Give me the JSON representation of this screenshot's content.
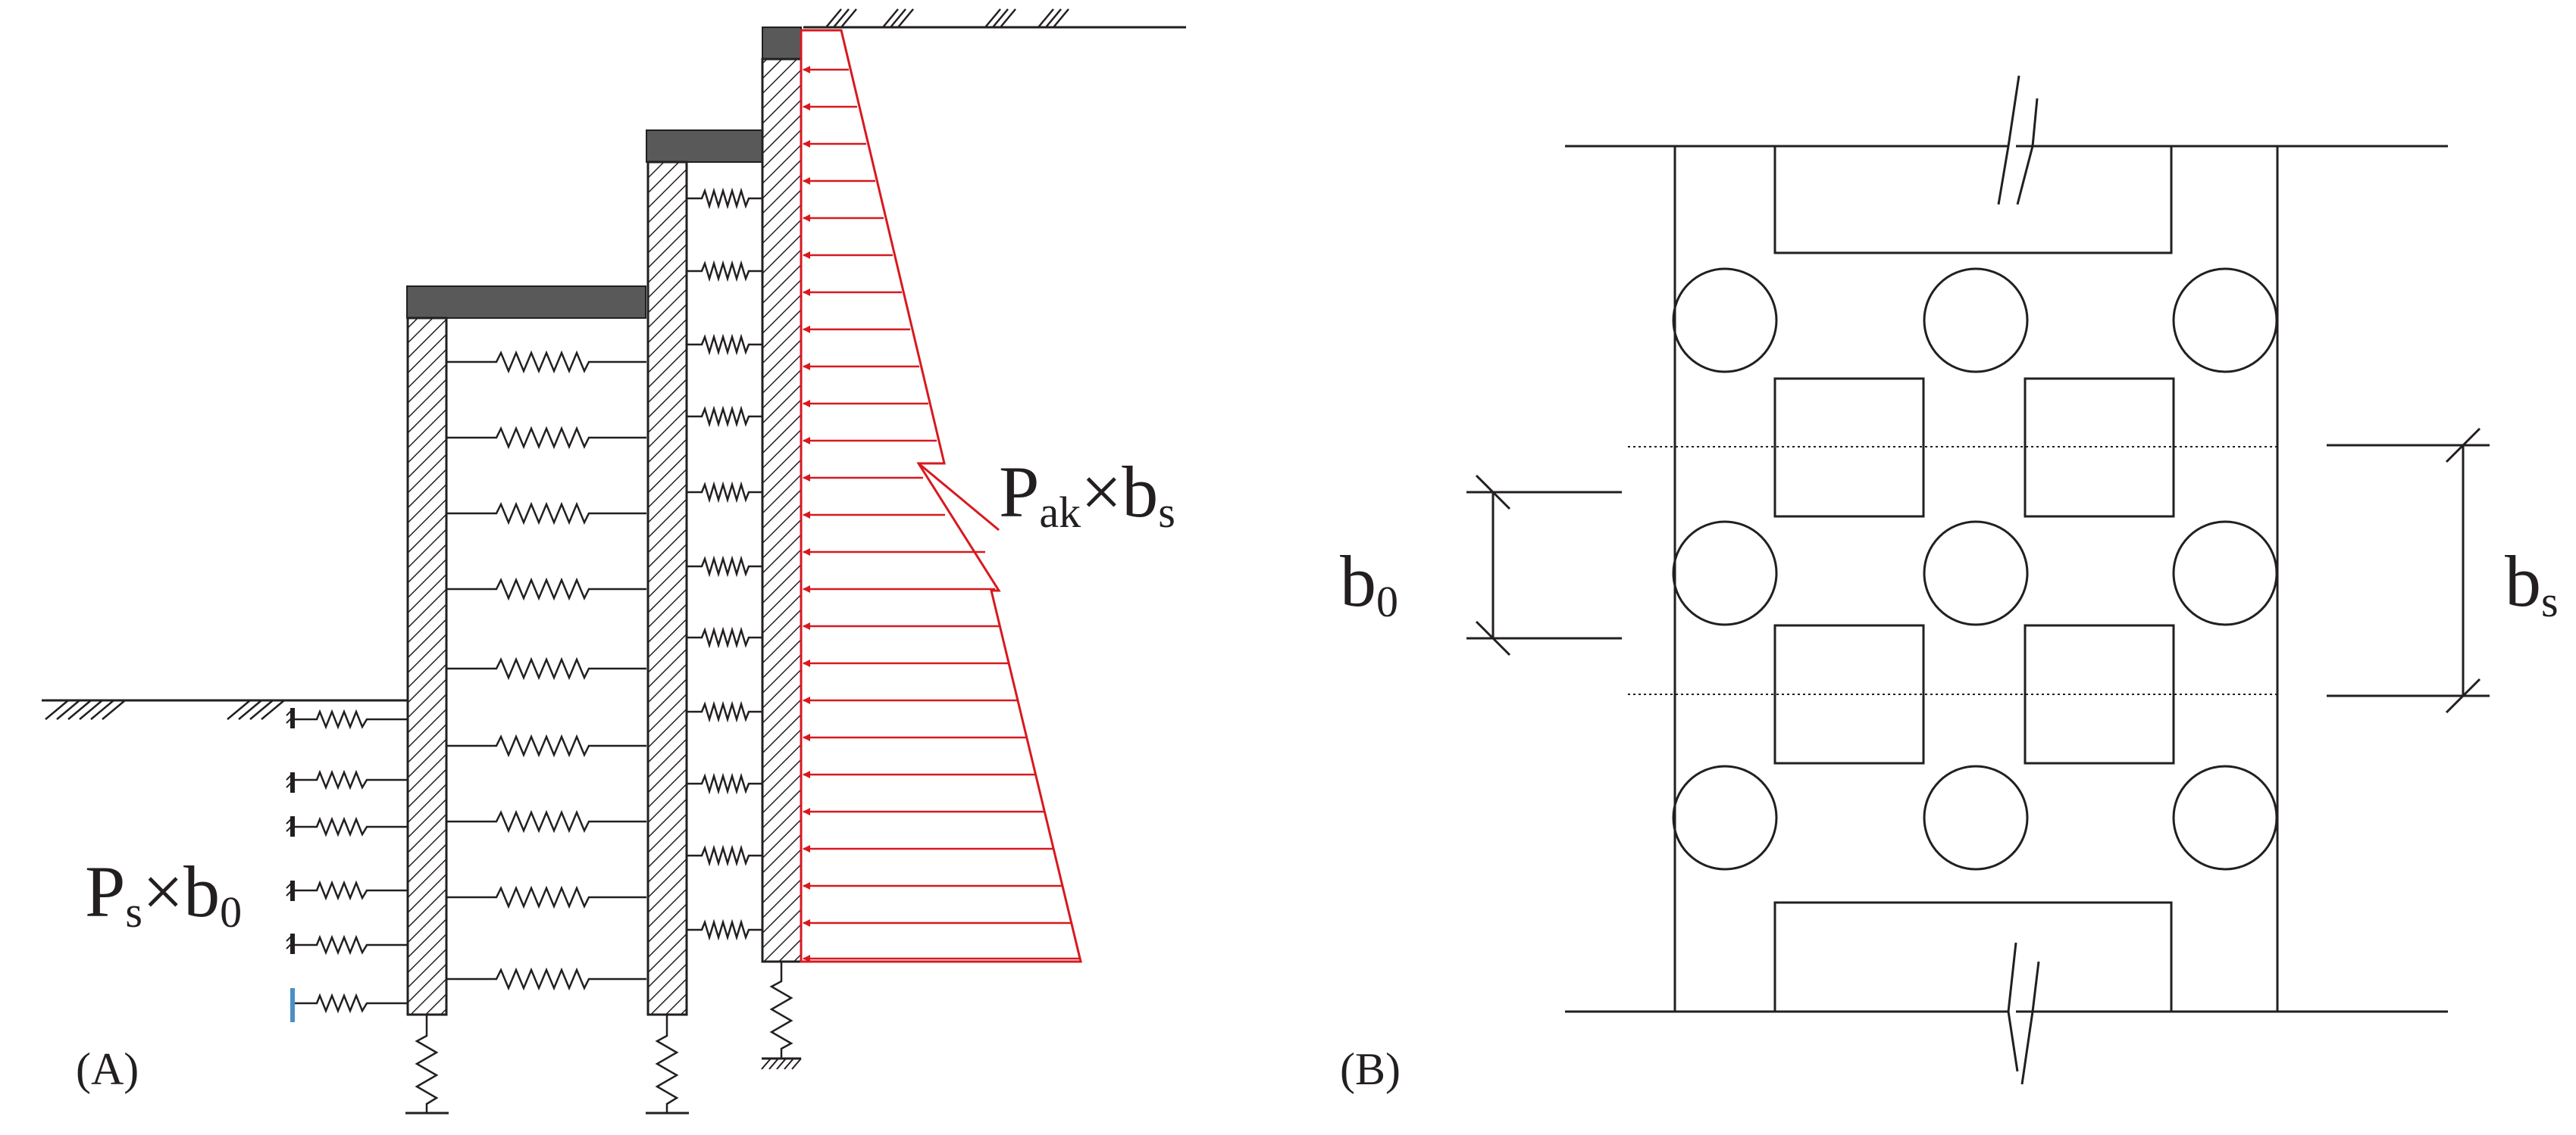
{
  "panels": {
    "a": {
      "label": "(A)",
      "soil_pressure_label": {
        "main": "P",
        "sub": "s",
        "times": "×",
        "width": "b",
        "width_sub": "0"
      },
      "earth_pressure_label": {
        "main": "P",
        "sub": "ak",
        "times": "×",
        "width": "b",
        "width_sub": "s"
      }
    },
    "b": {
      "label": "(B)",
      "dimension_left": {
        "main": "b",
        "sub": "0"
      },
      "dimension_right": {
        "main": "b",
        "sub": "s"
      }
    }
  },
  "colors": {
    "ink": "#231f20",
    "cap": "#595959",
    "load_arrows": "#d7191f",
    "fixed_support_hatch": "#4a90c4"
  },
  "icons": [
    "spring-icon",
    "ground-hatch-icon",
    "fixed-support-icon",
    "arrow-icon"
  ]
}
